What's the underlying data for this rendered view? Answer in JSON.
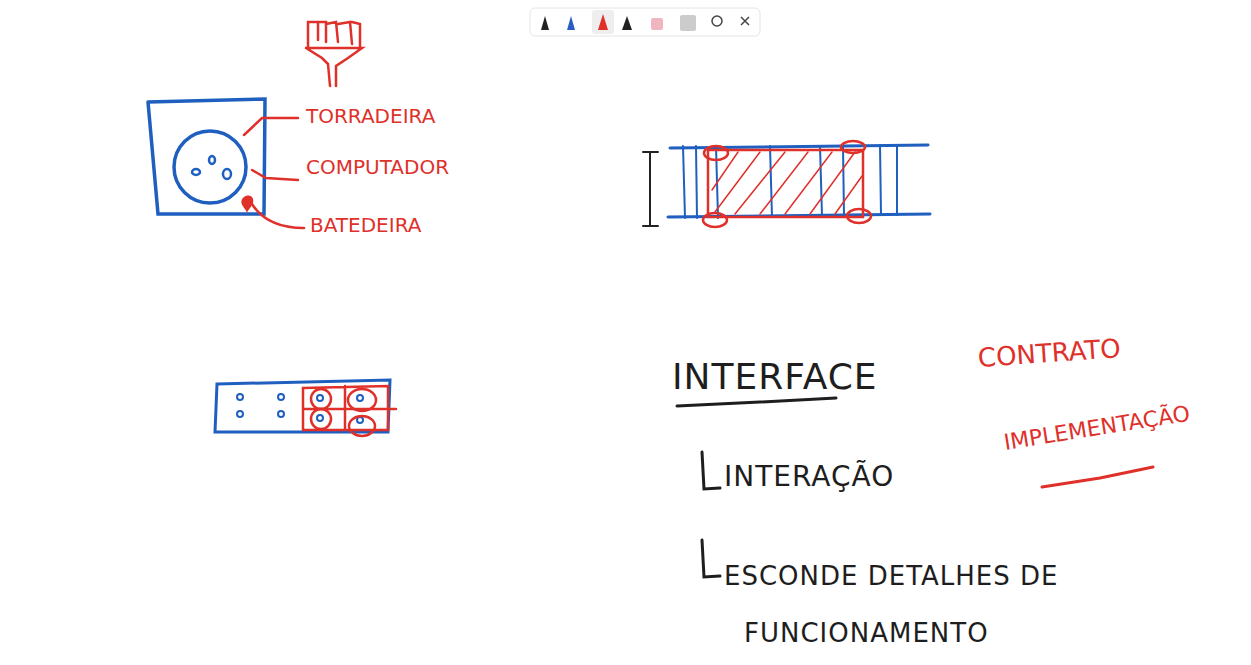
{
  "diagram": {
    "labels": [
      "TORRADEIRA",
      "COMPUTADOR",
      "BATEDEIRA",
      "INTERFACE",
      "CONTRATO",
      "IMPLEMENTAÇÃO",
      "INTERAÇÃO",
      "ESCONDE DETALHES DE FUNCIONAMENTO"
    ]
  }
}
